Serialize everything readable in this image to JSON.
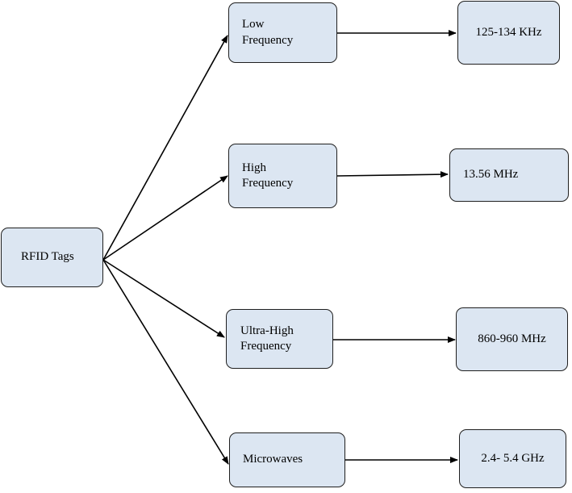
{
  "diagram": {
    "root": {
      "label": "RFID Tags"
    },
    "categories": [
      {
        "label": "Low Frequency",
        "value": "125-134 KHz"
      },
      {
        "label": "High Frequency",
        "value": "13.56 MHz"
      },
      {
        "label": "Ultra-High Frequency",
        "value": "860-960 MHz"
      },
      {
        "label": "Microwaves",
        "value": "2.4- 5.4 GHz"
      }
    ]
  },
  "colors": {
    "box_fill": "#dce6f2",
    "box_border": "#1f1f1f",
    "arrow": "#000000"
  }
}
